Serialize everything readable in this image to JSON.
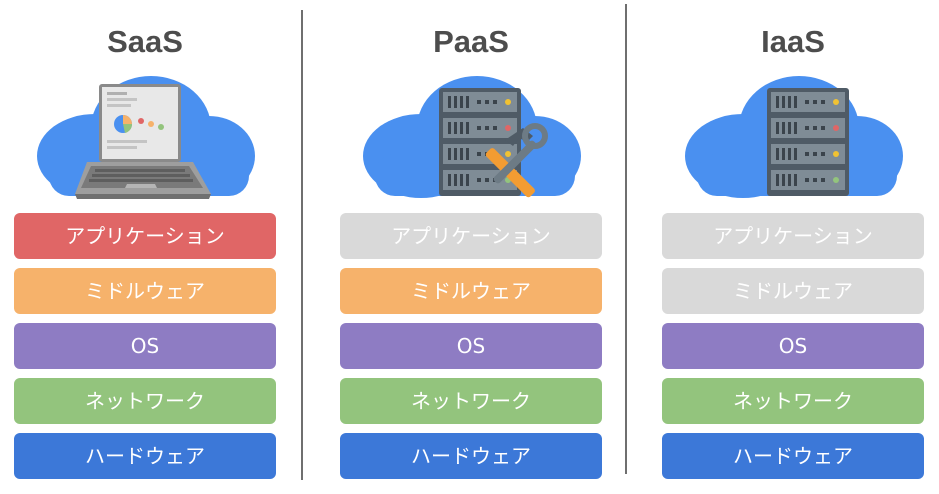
{
  "columns": [
    {
      "title": "SaaS",
      "icon": "laptop-icon",
      "layers": [
        {
          "label": "アプリケーション",
          "color": "#e06666",
          "active": true
        },
        {
          "label": "ミドルウェア",
          "color": "#f6b26b",
          "active": true
        },
        {
          "label": "OS",
          "color": "#8e7cc3",
          "active": true
        },
        {
          "label": "ネットワーク",
          "color": "#93c47d",
          "active": true
        },
        {
          "label": "ハードウェア",
          "color": "#3c78d8",
          "active": true
        }
      ]
    },
    {
      "title": "PaaS",
      "icon": "server-with-tools-icon",
      "layers": [
        {
          "label": "アプリケーション",
          "color": "#d9d9d9",
          "active": false
        },
        {
          "label": "ミドルウェア",
          "color": "#f6b26b",
          "active": true
        },
        {
          "label": "OS",
          "color": "#8e7cc3",
          "active": true
        },
        {
          "label": "ネットワーク",
          "color": "#93c47d",
          "active": true
        },
        {
          "label": "ハードウェア",
          "color": "#3c78d8",
          "active": true
        }
      ]
    },
    {
      "title": "IaaS",
      "icon": "server-icon",
      "layers": [
        {
          "label": "アプリケーション",
          "color": "#d9d9d9",
          "active": false
        },
        {
          "label": "ミドルウェア",
          "color": "#d9d9d9",
          "active": false
        },
        {
          "label": "OS",
          "color": "#8e7cc3",
          "active": true
        },
        {
          "label": "ネットワーク",
          "color": "#93c47d",
          "active": true
        },
        {
          "label": "ハードウェア",
          "color": "#3c78d8",
          "active": true
        }
      ]
    }
  ],
  "colors": {
    "cloud": "#4a90f0",
    "title": "#4d4d4d",
    "divider": "#6f6f6f"
  }
}
